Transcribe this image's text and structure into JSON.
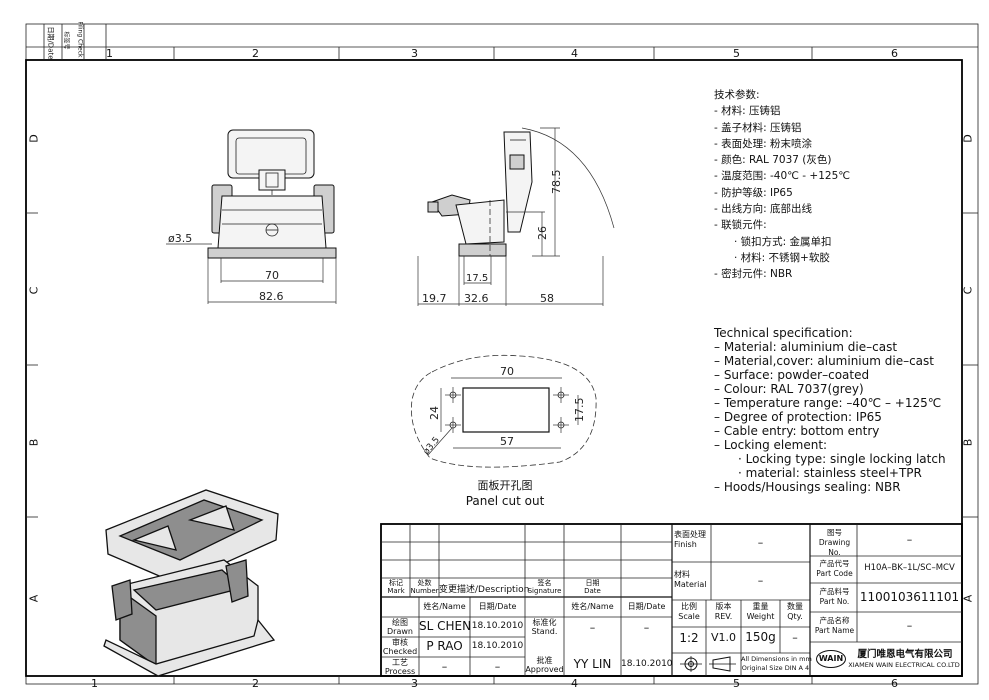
{
  "frame": {
    "columns": [
      "1",
      "2",
      "3",
      "4",
      "5",
      "6"
    ],
    "rows": [
      "D",
      "C",
      "B",
      "A"
    ],
    "revision_strip": {
      "date_label": "日期/Date",
      "filing_label_cn": "标签号",
      "filing_label_en": "Filing Check"
    }
  },
  "views": {
    "front": {
      "dims": {
        "hole": "ø3.5",
        "inner": "70",
        "outer": "82.6"
      }
    },
    "side": {
      "dims": {
        "height": "78.5",
        "mid": "26",
        "top": "17.5",
        "a": "19.7",
        "b": "32.6",
        "c": "58"
      }
    },
    "cutout": {
      "dims": {
        "w": "70",
        "h": "24",
        "r": "17.5",
        "bottom": "57",
        "hole": "ø3.5"
      },
      "caption_cn": "面板开孔图",
      "caption_en": "Panel cut out"
    }
  },
  "spec_cn": {
    "title": "技术参数:",
    "lines": [
      "- 材料: 压铸铝",
      "- 盖子材料: 压铸铝",
      "- 表面处理: 粉末喷涂",
      "- 颜色: RAL 7037 (灰色)",
      "- 温度范围: -40℃ - +125℃",
      "- 防护等级: IP65",
      "- 出线方向: 底部出线",
      "- 联锁元件:",
      "· 锁扣方式: 金属单扣",
      "· 材料: 不锈钢+软胶",
      "- 密封元件: NBR"
    ]
  },
  "spec_en": {
    "title": "Technical specification:",
    "lines": [
      "– Material: aluminium die–cast",
      "– Material,cover: aluminium die–cast",
      "– Surface: powder–coated",
      "– Colour: RAL 7037(grey)",
      "– Temperature range: –40℃ – +125℃",
      "– Degree of protection: IP65",
      "– Cable entry: bottom entry",
      "– Locking element:",
      "· Locking type: single locking latch",
      "· material: stainless steel+TPR",
      "– Hoods/Housings sealing: NBR"
    ]
  },
  "title_block": {
    "rev_header": {
      "mark_cn": "标记",
      "mark_en": "Mark",
      "number_cn": "处数",
      "number_en": "Number",
      "desc": "变更描述/Description",
      "sig_cn": "签名",
      "sig_en": "Signature",
      "date_cn": "日期",
      "date_en": "Date"
    },
    "people_header": {
      "name": "姓名/Name",
      "date": "日期/Date",
      "name2": "姓名/Name",
      "date2": "日期/Date"
    },
    "drawn": {
      "cn": "绘图",
      "en": "Drawn",
      "name": "SL CHEN",
      "date": "18.10.2010"
    },
    "checked": {
      "cn": "审核",
      "en": "Checked",
      "name": "P RAO",
      "date": "18.10.2010"
    },
    "process": {
      "cn": "工艺",
      "en": "Process",
      "name": "–",
      "date": "–"
    },
    "stand": {
      "cn": "标准化",
      "en": "Stand.",
      "name": "–",
      "date": "–"
    },
    "approved": {
      "cn": "批准",
      "en": "Approved",
      "name": "YY LIN",
      "date": "18.10.2010"
    },
    "finish": {
      "cn": "表面处理",
      "en": "Finish",
      "value": "–"
    },
    "material": {
      "cn": "材料",
      "en": "Material",
      "value": "–"
    },
    "scale": {
      "cn": "比例",
      "en": "Scale",
      "value": "1:2"
    },
    "rev": {
      "cn": "版本",
      "en": "REV.",
      "value": "V1.0"
    },
    "weight": {
      "cn": "重量",
      "en": "Weight",
      "value": "150g"
    },
    "qty": {
      "cn": "数量",
      "en": "Qty.",
      "value": "–"
    },
    "dims_note_1": "All Dimensions in mm",
    "dims_note_2": "Original Size DIN A 4",
    "drawing_no": {
      "cn": "图号",
      "en": "Drawing No.",
      "value": "–"
    },
    "part_code": {
      "cn": "产品代号",
      "en": "Part Code",
      "value": "H10A–BK–1L/SC–MCV"
    },
    "part_no": {
      "cn": "产品料号",
      "en": "Part No.",
      "value": "1100103611101"
    },
    "part_name": {
      "cn": "产品名称",
      "en": "Part Name",
      "value": "–"
    },
    "company_logo": "WAIN",
    "company_cn": "厦门唯恩电气有限公司",
    "company_en": "XIAMEN WAIN ELECTRICAL CO.LTD"
  }
}
